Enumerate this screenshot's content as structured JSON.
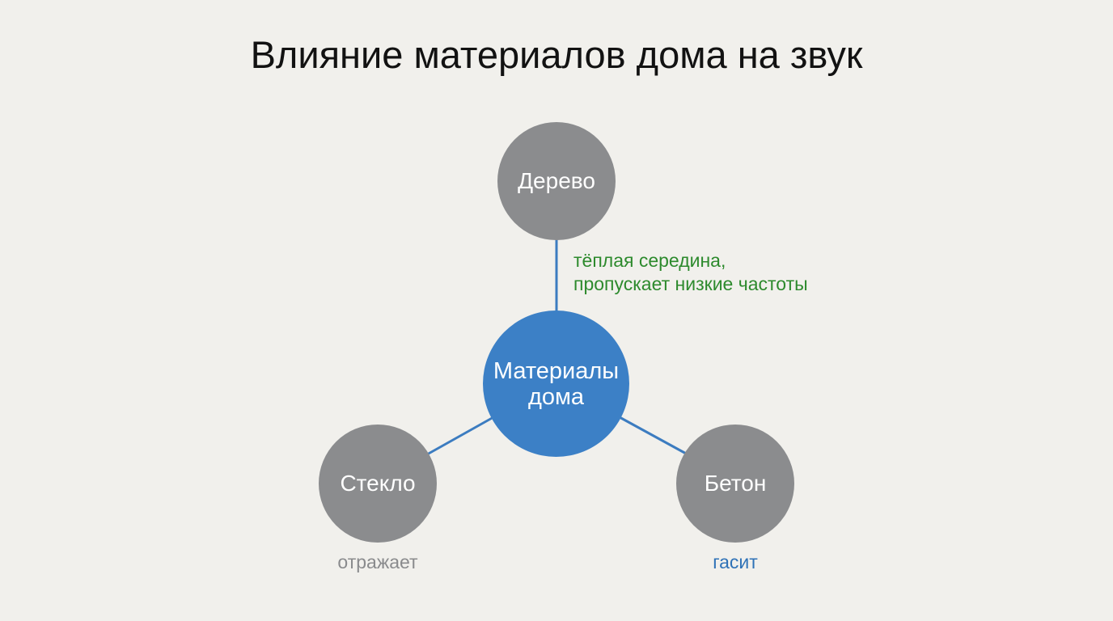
{
  "title": "Влияние материалов дома на звук",
  "colors": {
    "background": "#f1f0ec",
    "center_node": "#3c80c6",
    "outer_node": "#8b8c8e",
    "edge": "#3c7cc0",
    "label_green": "#2d8a2d",
    "label_gray": "#8a8b8d",
    "label_blue": "#2f72b7"
  },
  "center": {
    "line1": "Материалы",
    "line2": "дома"
  },
  "nodes": {
    "wood": {
      "label": "Дерево",
      "note_line1": "тёплая середина,",
      "note_line2": "пропускает низкие частоты"
    },
    "glass": {
      "label": "Стекло",
      "note": "отражает"
    },
    "concrete": {
      "label": "Бетон",
      "note": "гасит"
    }
  }
}
